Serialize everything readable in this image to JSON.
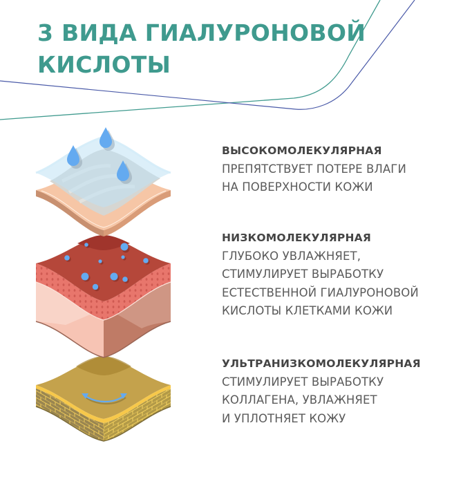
{
  "header": {
    "title_lines": [
      "3 ВИДА ГИАЛУРОНОВОЙ",
      "КИСЛОТЫ"
    ]
  },
  "items": [
    {
      "heading": "ВЫСОКОМОЛЕКУЛЯРНАЯ",
      "lines": [
        "ПРЕПЯТСТВУЕТ ПОТЕРЕ ВЛАГИ",
        "НА ПОВЕРХНОСТИ КОЖИ"
      ],
      "layer": "surface-film-with-water-drops-icon"
    },
    {
      "heading": "НИЗКОМОЛЕКУЛЯРНАЯ",
      "lines": [
        "ГЛУБОКО УВЛАЖНЯЕТ,",
        "СТИМУЛИРУЕТ ВЫРАБОТКУ",
        "ЕСТЕСТВЕННОЙ ГИАЛУРОНОВОЙ",
        "КИСЛОТЫ КЛЕТКАМИ КОЖИ"
      ],
      "layer": "epidermis-with-bubbles-icon"
    },
    {
      "heading": "УЛЬТРАНИЗКОМОЛЕКУЛЯРНАЯ",
      "lines": [
        "СТИМУЛИРУЕТ ВЫРАБОТКУ",
        "КОЛЛАГЕНА, УВЛАЖНЯЕТ",
        "И УПЛОТНЯЕТ КОЖУ"
      ],
      "layer": "dermis-brick-layer-with-arrow-icon"
    }
  ],
  "colors": {
    "title": "#3f9a8e",
    "heading": "#454545",
    "body": "#5a5a5a",
    "line_teal": "#3f9a8e",
    "line_blue": "#4a5aa8",
    "water_drop": "#64aaf0",
    "epidermis_red": "#b5473a",
    "dermis_gold": "#c4a24c"
  }
}
